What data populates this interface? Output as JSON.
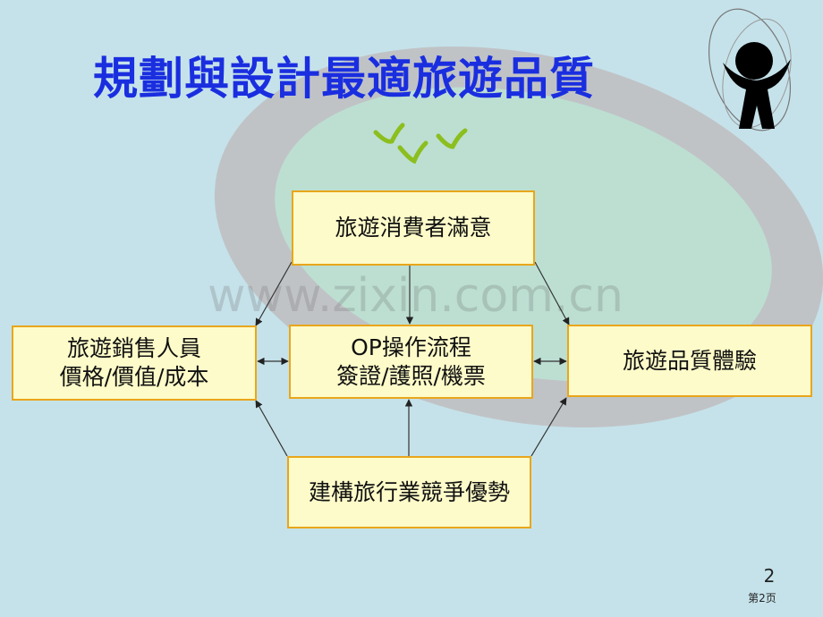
{
  "title": "規劃與設計最適旅遊品質",
  "watermark": "www.zixin.com.cn",
  "nodes": {
    "top": {
      "lines": [
        "旅遊消費者滿意"
      ]
    },
    "left": {
      "lines": [
        "旅遊銷售人員",
        "價格/價值/成本"
      ]
    },
    "center": {
      "lines": [
        "OP操作流程",
        "簽證/護照/機票"
      ]
    },
    "right": {
      "lines": [
        "旅遊品質體驗"
      ]
    },
    "bottom": {
      "lines": [
        "建構旅行業競爭優勢"
      ]
    }
  },
  "page_number": "2",
  "page_label": "第2页",
  "colors": {
    "background": "#c5e2ea",
    "title": "#1a2ee0",
    "box_fill": "#fdfbc9",
    "box_border": "#e9a61b"
  }
}
